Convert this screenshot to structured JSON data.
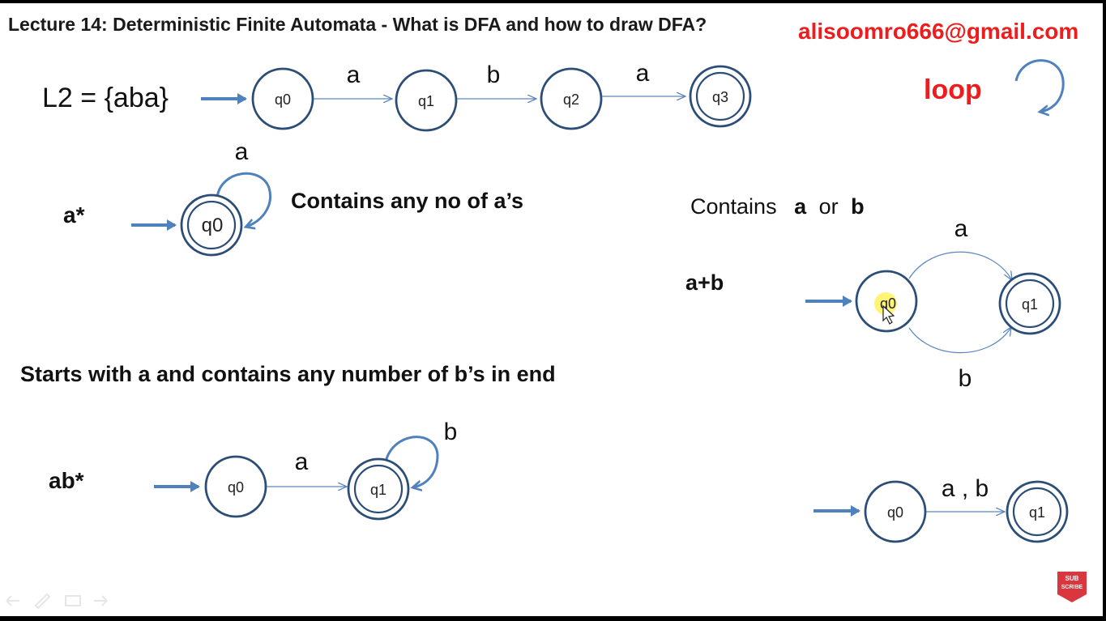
{
  "header": {
    "title": "Lecture 14: Deterministic Finite Automata - What is DFA and how to draw DFA?",
    "email": "alisoomro666@gmail.com"
  },
  "legend": {
    "loop_label": "loop"
  },
  "section_l2": {
    "expression": "L2 = {aba}",
    "states": [
      "q0",
      "q1",
      "q2",
      "q3"
    ],
    "transitions": [
      "a",
      "b",
      "a"
    ]
  },
  "section_astar": {
    "expression": "a*",
    "state": "q0",
    "loop_symbol": "a",
    "description": "Contains any no of a’s"
  },
  "section_aorb": {
    "description_prefix": "Contains",
    "description_a": "a",
    "description_or": "or",
    "description_b": "b",
    "expression": "a+b",
    "states": [
      "q0",
      "q1"
    ],
    "upper_symbol": "a",
    "lower_symbol": "b"
  },
  "section_abstar": {
    "heading": "Starts with a and contains any number of b’s in end",
    "expression": "ab*",
    "states": [
      "q0",
      "q1"
    ],
    "transition": "a",
    "loop_symbol": "b"
  },
  "section_ab_combined": {
    "states": [
      "q0",
      "q1"
    ],
    "transition": "a , b"
  },
  "subscribe_badge": {
    "line1": "SUB",
    "line2": "SCRIBE",
    "color": "#d9363e"
  },
  "colors": {
    "state_stroke": "#2c4d76",
    "arrow": "#4f81bd",
    "email": "#ee1c1c"
  }
}
